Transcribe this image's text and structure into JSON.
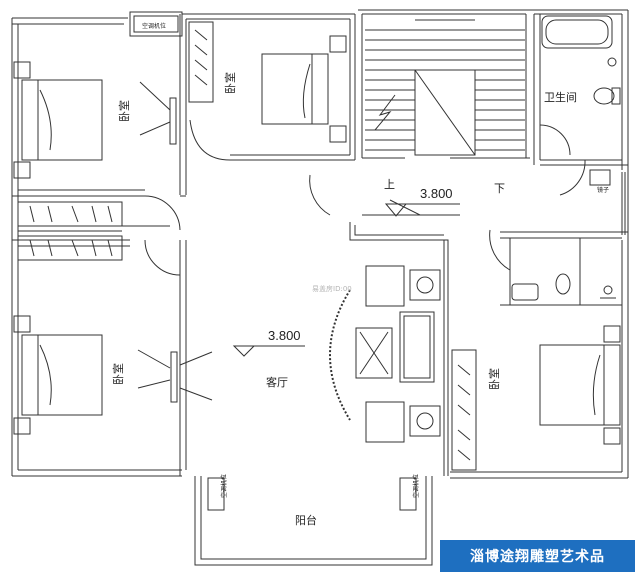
{
  "rooms": {
    "bedroom_top_left": "卧室",
    "bedroom_top_center": "卧室",
    "bathroom": "卫生间",
    "bedroom_bottom_left": "卧室",
    "living_room": "客厅",
    "bedroom_bottom_right": "卧室",
    "balcony": "阳台"
  },
  "stairs": {
    "up": "上",
    "down": "下"
  },
  "elevations": {
    "stair_landing": "3.800",
    "living_room": "3.800"
  },
  "ac_labels": {
    "top": "空调机位",
    "balcony_left": "空调机位",
    "balcony_right": "空调机位"
  },
  "mirror_label": "镜子",
  "watermark": "淄博途翔雕塑艺术品",
  "faint_id": "易盖房ID:00",
  "colors": {
    "wall": "#333333",
    "watermark_bg": "#1e6fc0"
  }
}
